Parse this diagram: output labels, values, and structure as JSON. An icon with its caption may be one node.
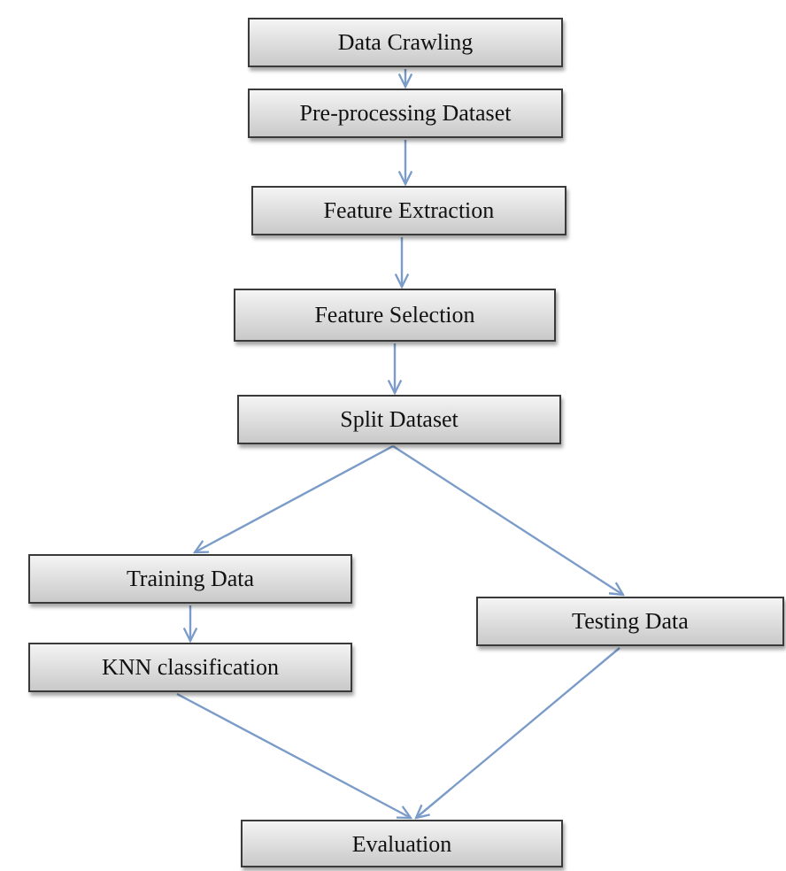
{
  "diagram": {
    "nodes": [
      {
        "text": [
          "Data Crawling"
        ]
      },
      {
        "text": [
          "Pre-processing Dataset"
        ]
      },
      {
        "text": [
          "Feature Extraction"
        ]
      },
      {
        "text": [
          "Feature Selection"
        ]
      },
      {
        "text": [
          "Split Dataset"
        ]
      },
      {
        "text": [
          "Training Data"
        ]
      },
      {
        "text": [
          "KNN classification"
        ]
      },
      {
        "text": [
          "Testing Data"
        ]
      },
      {
        "text": [
          "Evaluation"
        ]
      }
    ],
    "edges": [
      {
        "from": 0,
        "to": 1,
        "arrow": "to"
      },
      {
        "from": 1,
        "to": 2,
        "arrow": "to"
      },
      {
        "from": 2,
        "to": 3,
        "arrow": "to"
      },
      {
        "from": 3,
        "to": 4,
        "arrow": "to"
      },
      {
        "from": 4,
        "to": 5,
        "arrow": "to"
      },
      {
        "from": 4,
        "to": 7,
        "arrow": "to"
      },
      {
        "from": 5,
        "to": 6,
        "arrow": "to"
      },
      {
        "from": 6,
        "to": 8,
        "arrow": "to"
      },
      {
        "from": 7,
        "to": 8,
        "arrow": "to"
      }
    ]
  }
}
